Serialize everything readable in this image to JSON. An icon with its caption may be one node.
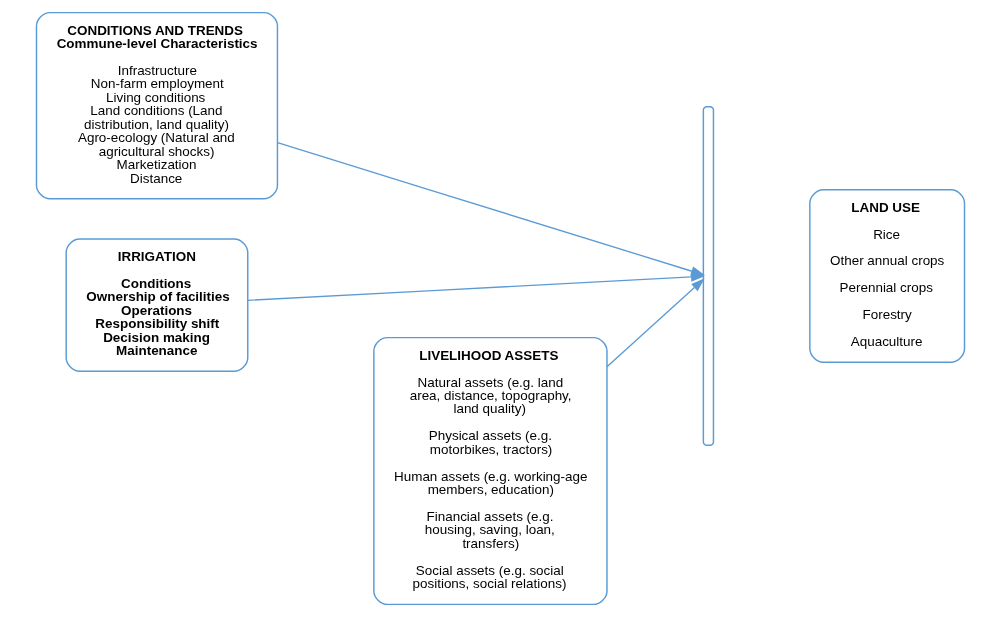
{
  "diagram": {
    "nodes": [
      {
        "text": [
          "CONDITIONS AND TRENDS",
          "Commune-level Characteristics",
          "Infrastructure",
          "Non-farm employment",
          "Living conditions",
          "Land conditions (Land distribution, land quality)",
          "Agro-ecology (Natural and agricultural shocks)",
          "Marketization",
          "Distance"
        ]
      },
      {
        "text": [
          "IRRIGATION",
          "Conditions",
          "Ownership of facilities",
          "Operations",
          "Responsibility shift",
          "Decision making",
          "Maintenance"
        ]
      },
      {
        "text": [
          "LIVELIHOOD ASSETS",
          "Natural assets (e.g. land area, distance, topography, land quality)",
          "Physical assets (e.g. motorbikes, tractors)",
          "Human assets (e.g. working-age members, education)",
          "Financial assets (e.g. housing, saving, loan, transfers)",
          "Social assets (e.g. social positions, social relations)"
        ]
      },
      {
        "text": [],
        "shape": "bracket"
      },
      {
        "text": [
          "LAND USE",
          "Rice",
          "Other annual crops",
          "Perennial crops",
          "Forestry",
          "Aquaculture"
        ]
      }
    ],
    "edges": [
      {
        "from": 0,
        "to": 3,
        "arrow": "to"
      },
      {
        "from": 2,
        "to": 3,
        "arrow": "to"
      },
      {
        "from": 1,
        "to": 3,
        "arrow": "to"
      }
    ]
  }
}
